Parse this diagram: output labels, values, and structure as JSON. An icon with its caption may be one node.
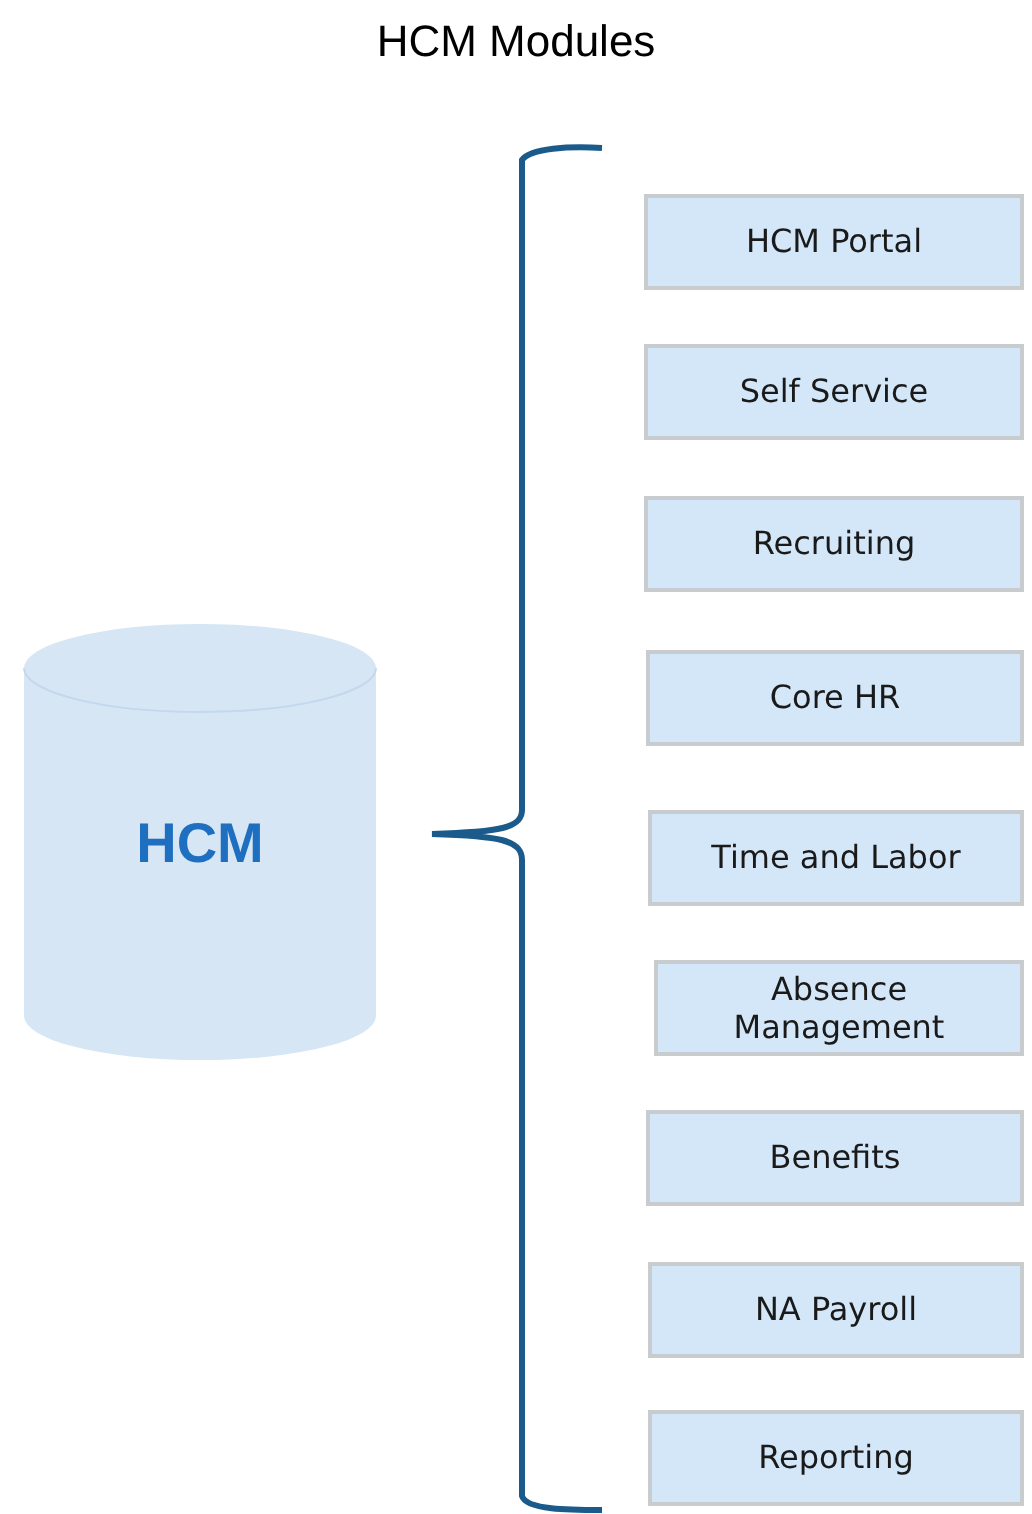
{
  "diagram": {
    "title": "HCM Modules",
    "nodes": [
      {
        "text": [
          "HCM"
        ]
      },
      {
        "text": [
          "HCM Portal"
        ]
      },
      {
        "text": [
          "Self Service"
        ]
      },
      {
        "text": [
          "Recruiting"
        ]
      },
      {
        "text": [
          "Core HR"
        ]
      },
      {
        "text": [
          "Time and Labor"
        ]
      },
      {
        "text": [
          "Absence Management"
        ]
      },
      {
        "text": [
          "Benefits"
        ]
      },
      {
        "text": [
          "NA Payroll"
        ]
      },
      {
        "text": [
          "Reporting"
        ]
      }
    ]
  }
}
